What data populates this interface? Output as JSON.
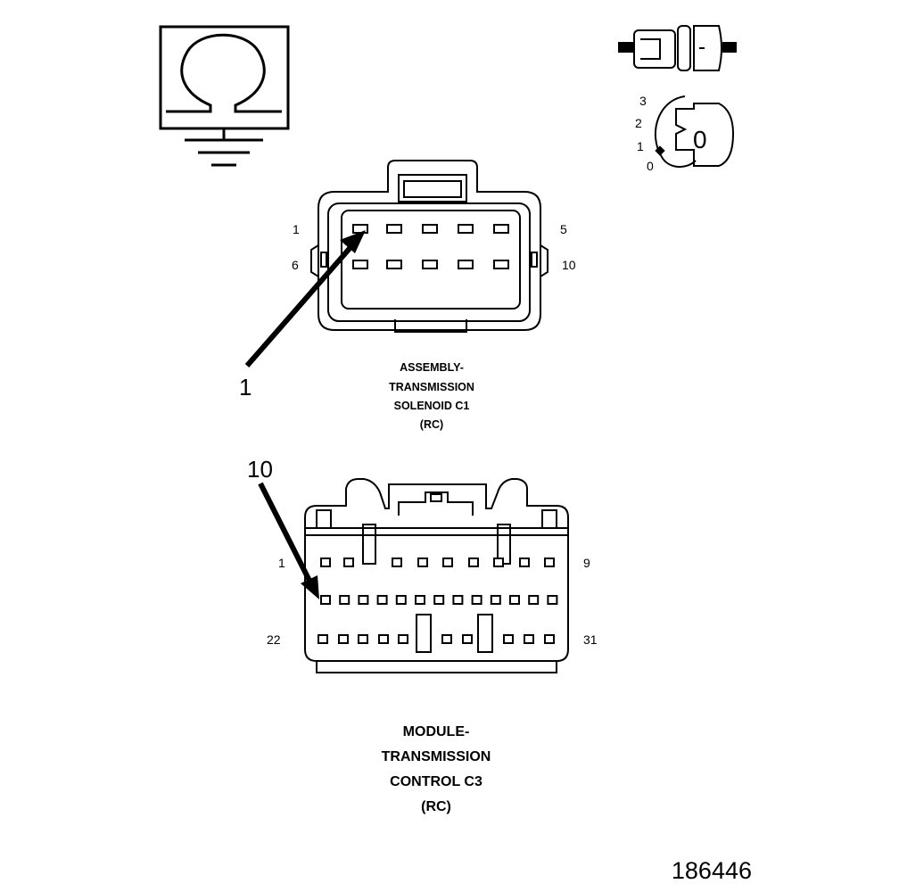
{
  "ohmmeter_icon": {
    "symbol_icon": "ohm-symbol-icon",
    "ground_icon": "ground-icon"
  },
  "key_switch_icon": {
    "positions": [
      "3",
      "2",
      "1",
      "0"
    ],
    "key_label": "0"
  },
  "solenoid_connector": {
    "top_left_pin": "1",
    "top_right_pin": "5",
    "bottom_left_pin": "6",
    "bottom_right_pin": "10",
    "callout": "1",
    "caption": [
      "ASSEMBLY-",
      "TRANSMISSION",
      "SOLENOID C1",
      "(RC)"
    ]
  },
  "module_connector": {
    "top_left_pin": "1",
    "top_right_pin": "9",
    "bottom_left_pin": "22",
    "bottom_right_pin": "31",
    "callout": "10",
    "caption": [
      "MODULE-",
      "TRANSMISSION",
      "CONTROL C3",
      "(RC)"
    ]
  },
  "figure_number": "186446"
}
